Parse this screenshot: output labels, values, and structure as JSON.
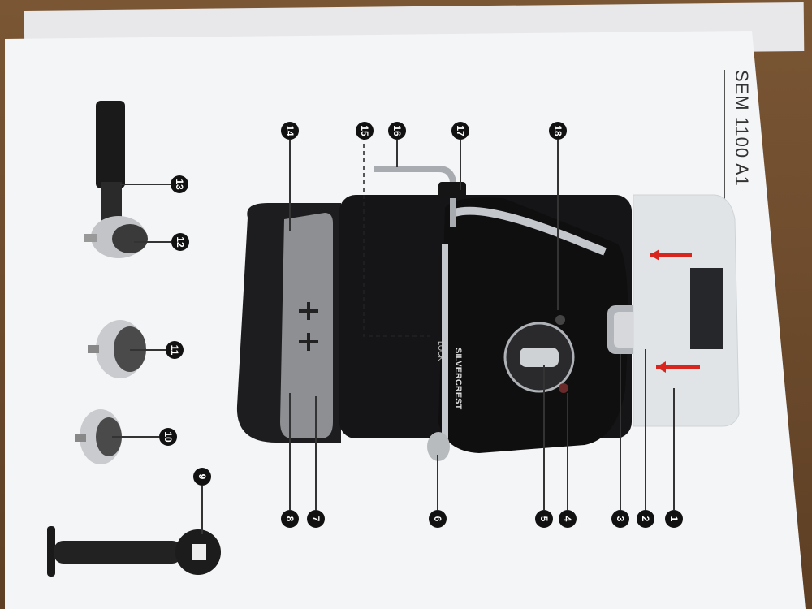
{
  "document": {
    "model": "SEM 1100 A1",
    "brand": "SILVERCREST",
    "lock_label": "LOCK"
  },
  "callouts": [
    "1",
    "2",
    "3",
    "4",
    "5",
    "6",
    "7",
    "8",
    "9",
    "10",
    "11",
    "12",
    "13",
    "14",
    "15",
    "16",
    "17",
    "18"
  ],
  "colors": {
    "machine_body": "#1b1b1d",
    "chrome": "#b9bcc0",
    "water_tank": "#e4e7ea",
    "arrows": "#d8261f",
    "paper": "#f4f5f7"
  }
}
